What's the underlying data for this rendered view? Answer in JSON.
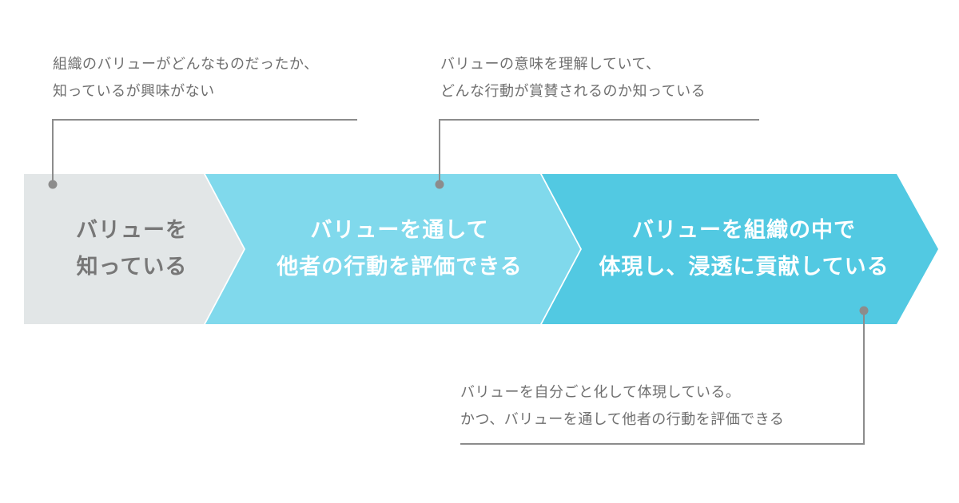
{
  "colors": {
    "stage_1": "#e2e6e7",
    "stage_2": "#80d9ec",
    "stage_3": "#52c9e2",
    "stage_1_text": "#777777",
    "stage_text": "#ffffff",
    "note_text": "#6f6f6f",
    "leader_line": "#8c8c8c"
  },
  "stages": [
    {
      "lines": [
        "バリューを",
        "知っている"
      ]
    },
    {
      "lines": [
        "バリューを通して",
        "他者の行動を評価できる"
      ]
    },
    {
      "lines": [
        "バリューを組織の中で",
        "体現し、浸透に貢献している"
      ]
    }
  ],
  "notes": [
    {
      "lines": [
        "組織のバリューがどんなものだったか、",
        "知っているが興味がない"
      ]
    },
    {
      "lines": [
        "バリューの意味を理解していて、",
        "どんな行動が賞賛されるのか知っている"
      ]
    },
    {
      "lines": [
        "バリューを自分ごと化して体現している。",
        "かつ、バリューを通して他者の行動を評価できる"
      ]
    }
  ]
}
